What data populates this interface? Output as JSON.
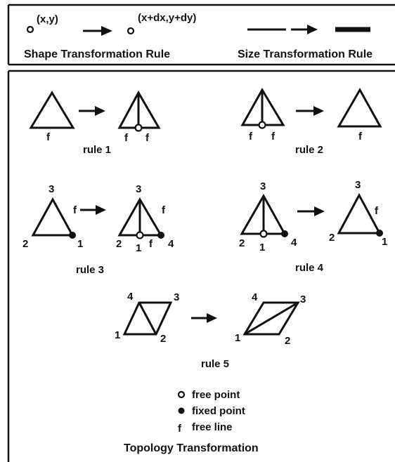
{
  "shape_rule": {
    "point_before": "(x,y)",
    "point_after": "(x+dx,y+dy)",
    "caption": "Shape Transformation Rule"
  },
  "size_rule": {
    "caption": "Size Transformation Rule"
  },
  "rules": {
    "rule1": {
      "caption": "rule 1",
      "before_edge": "f",
      "after_edge_left": "f",
      "after_edge_right": "f"
    },
    "rule2": {
      "caption": "rule 2",
      "before_edge_left": "f",
      "before_edge_right": "f",
      "after_edge": "f"
    },
    "rule3": {
      "caption": "rule 3",
      "before_top": "3",
      "before_left": "2",
      "before_right": "1",
      "before_edge": "f",
      "after_top": "3",
      "after_left": "2",
      "after_mid": "1",
      "after_right": "4",
      "after_bottom_edge": "f",
      "after_side_edge": "f"
    },
    "rule4": {
      "caption": "rule 4",
      "before_top": "3",
      "before_left": "2",
      "before_mid": "1",
      "before_right": "4",
      "after_top": "3",
      "after_left": "2",
      "after_right": "1",
      "after_edge": "f"
    },
    "rule5": {
      "caption": "rule 5",
      "before_tl": "4",
      "before_tr": "3",
      "before_bl": "1",
      "before_br": "2",
      "after_tl": "4",
      "after_tr": "3",
      "after_bl": "1",
      "after_br": "2"
    }
  },
  "legend": {
    "free_point": "free point",
    "fixed_point": "fixed point",
    "free_line_symbol": "f",
    "free_line": "free line"
  },
  "title": "Topology Transformation"
}
